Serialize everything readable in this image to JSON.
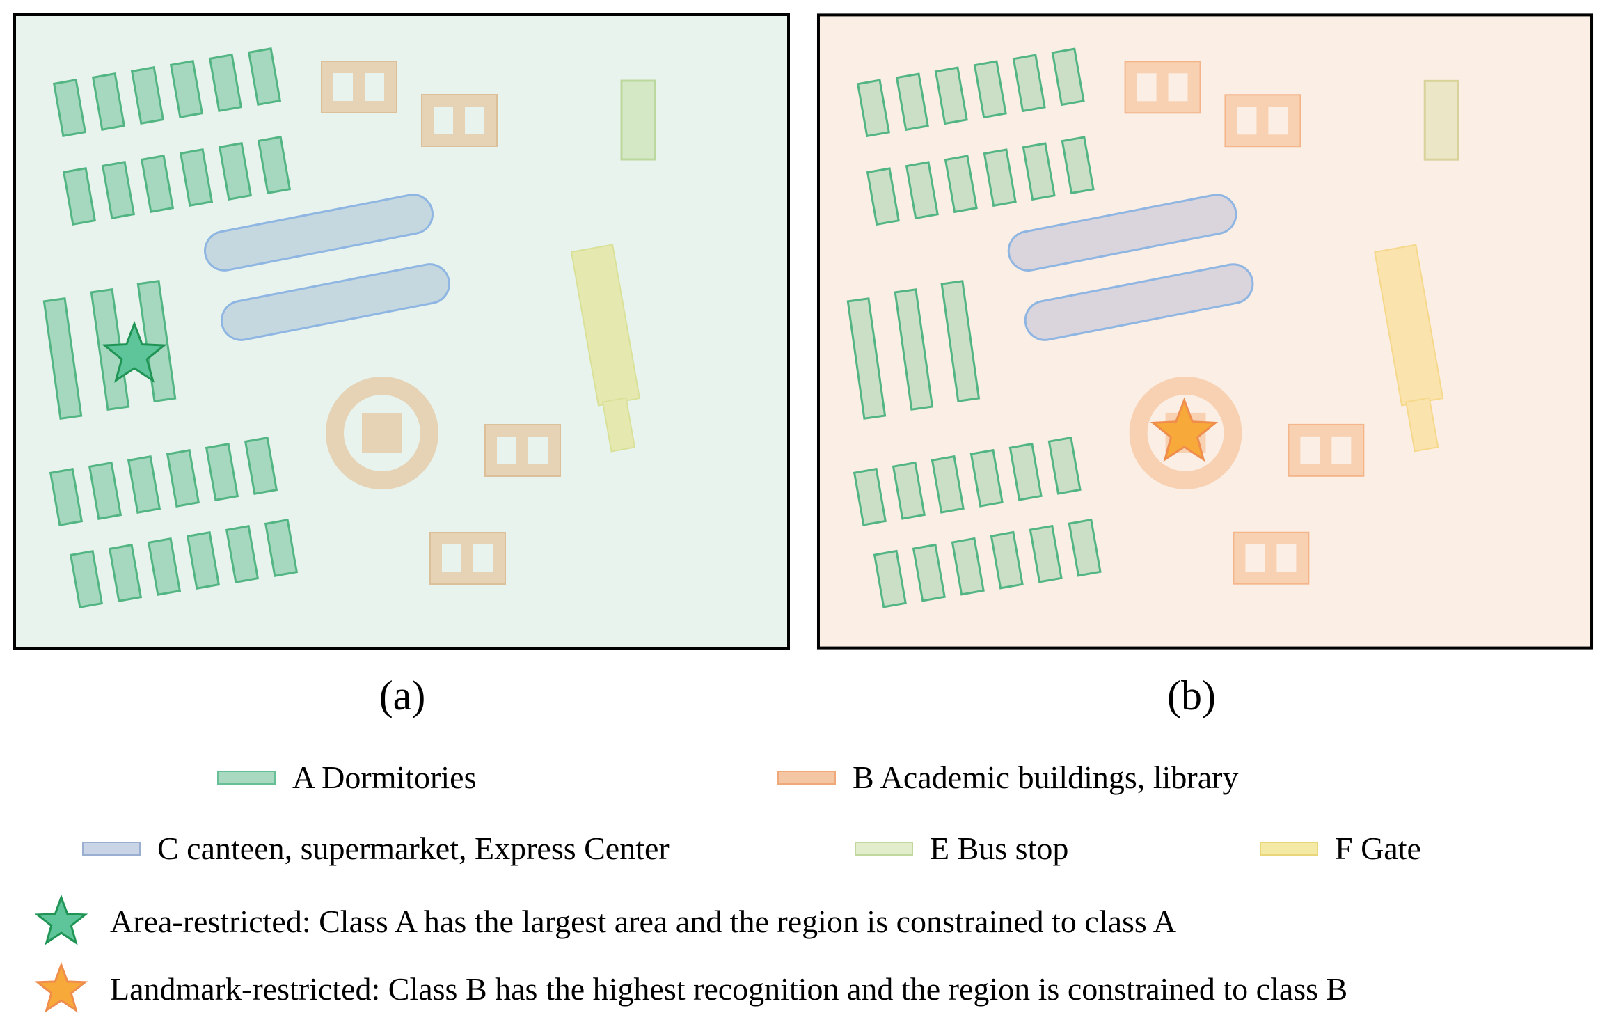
{
  "panels": {
    "a": {
      "label": "(a)",
      "background": "#e7f3ec"
    },
    "b": {
      "label": "(b)",
      "background": "#fbeee4"
    }
  },
  "legend": {
    "A": {
      "text": "A Dormitories",
      "fill": "#aad9c1",
      "stroke": "#67bf95"
    },
    "B": {
      "text": "B Academic buildings, library",
      "fill": "#f5c6a3",
      "stroke": "#eea87a"
    },
    "C": {
      "text": "C canteen, supermarket, Express Center",
      "fill": "#c9d5e6",
      "stroke": "#9aaed0"
    },
    "E": {
      "text": "E Bus stop",
      "fill": "#e2edcb",
      "stroke": "#c1d79e"
    },
    "F": {
      "text": "F Gate",
      "fill": "#f5eaa5",
      "stroke": "#e8d67a"
    }
  },
  "markers": {
    "area": {
      "text": "Area-restricted: Class A has the largest area and the region is constrained to class A",
      "fill": "#5ec49a",
      "stroke": "#1f9455"
    },
    "landmark": {
      "text": "Landmark-restricted: Class B has the highest recognition and the region is constrained to class B",
      "fill": "#f7a93a",
      "stroke": "#ef8d4d"
    }
  },
  "colors_by_panel": {
    "a": {
      "dorm_fill": "#a6d8bf",
      "dorm_stroke": "#52b583",
      "acad_fill": "#e6d2b4",
      "acad_stroke": "#dcc09a",
      "canteen_fill": "#c5d8e0",
      "canteen_stroke": "#8fb6e2",
      "bus_fill": "#d5e8c5",
      "bus_stroke": "#bcd89f",
      "gate_fill": "#e5e9b0",
      "gate_stroke": "#d9e199",
      "star_fill": "#5ec49a",
      "star_stroke": "#1f9455"
    },
    "b": {
      "dorm_fill": "#cbdfc6",
      "dorm_stroke": "#52b583",
      "acad_fill": "#f8d1b2",
      "acad_stroke": "#f3b589",
      "canteen_fill": "#dad5dc",
      "canteen_stroke": "#8fb6e2",
      "bus_fill": "#ebe6c5",
      "bus_stroke": "#d8d29b",
      "gate_fill": "#fae3ac",
      "gate_stroke": "#f6d88c",
      "star_fill": "#f7a93a",
      "star_stroke": "#ef8d4d"
    }
  }
}
